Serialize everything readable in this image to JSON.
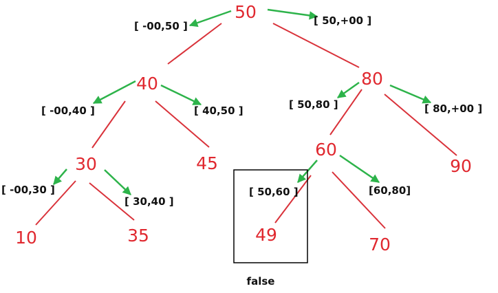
{
  "colors": {
    "node_text": "#e0282f",
    "tree_edge": "#d9323a",
    "range_arrow": "#2db34a",
    "range_text": "#111111",
    "highlight_box": "#000000",
    "background": "#ffffff"
  },
  "nodes": [
    {
      "id": "n50",
      "label": "50"
    },
    {
      "id": "n40",
      "label": "40"
    },
    {
      "id": "n80",
      "label": "80"
    },
    {
      "id": "n30",
      "label": "30"
    },
    {
      "id": "n45",
      "label": "45"
    },
    {
      "id": "n60",
      "label": "60"
    },
    {
      "id": "n90",
      "label": "90"
    },
    {
      "id": "n10",
      "label": "10"
    },
    {
      "id": "n35",
      "label": "35"
    },
    {
      "id": "n49",
      "label": "49"
    },
    {
      "id": "n70",
      "label": "70"
    }
  ],
  "edges": [
    {
      "from": "n50",
      "to": "n40"
    },
    {
      "from": "n50",
      "to": "n80"
    },
    {
      "from": "n40",
      "to": "n30"
    },
    {
      "from": "n40",
      "to": "n45"
    },
    {
      "from": "n80",
      "to": "n60"
    },
    {
      "from": "n80",
      "to": "n90"
    },
    {
      "from": "n30",
      "to": "n10"
    },
    {
      "from": "n30",
      "to": "n35"
    },
    {
      "from": "n60",
      "to": "n49"
    },
    {
      "from": "n60",
      "to": "n70"
    }
  ],
  "ranges": [
    {
      "id": "r50l",
      "label": "[ -00,50 ]"
    },
    {
      "id": "r50r",
      "label": "[ 50,+00 ]"
    },
    {
      "id": "r40l",
      "label": "[ -00,40 ]"
    },
    {
      "id": "r40r",
      "label": "[ 40,50 ]"
    },
    {
      "id": "r80l",
      "label": "[ 50,80 ]"
    },
    {
      "id": "r80r",
      "label": "[ 80,+00 ]"
    },
    {
      "id": "r30l",
      "label": "[ -00,30 ]"
    },
    {
      "id": "r30r",
      "label": "[ 30,40 ]"
    },
    {
      "id": "r60l",
      "label": "[ 50,60 ]"
    },
    {
      "id": "r60r",
      "label": "[60,80]"
    }
  ],
  "caption": "false"
}
